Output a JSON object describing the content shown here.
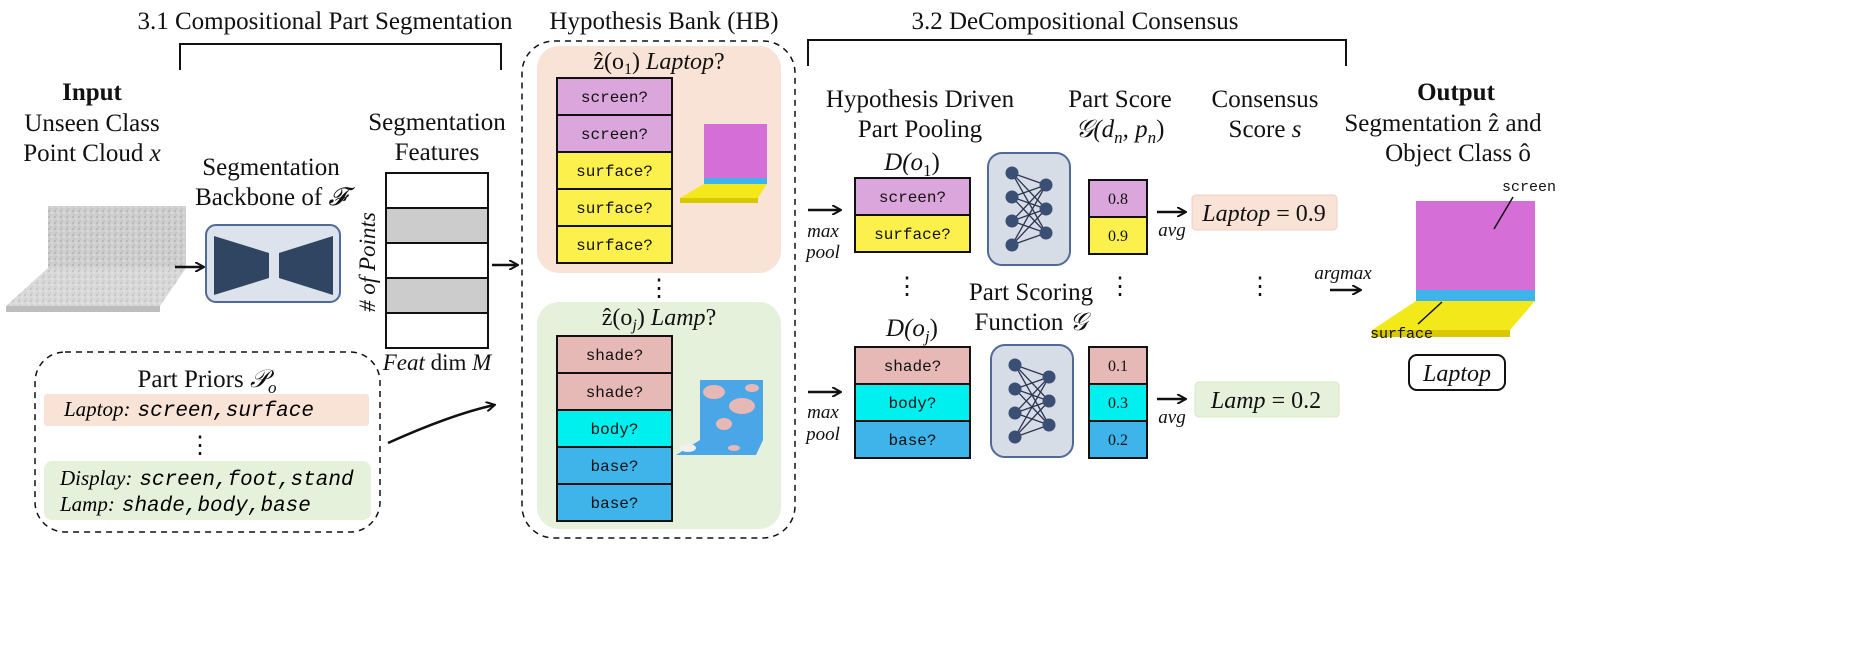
{
  "sections": {
    "seg": "3.1 Compositional Part Segmentation",
    "hb": "Hypothesis Bank (HB)",
    "consensus": "3.2 DeCompositional Consensus"
  },
  "input": {
    "title": "Input",
    "line1": "Unseen Class",
    "line2_text": "Point Cloud ",
    "line2_var": "x"
  },
  "backbone": {
    "line1": "Segmentation",
    "line2_text": "Backbone of ",
    "line2_var": "𝓕"
  },
  "features": {
    "line1": "Segmentation",
    "line2": "Features",
    "y_label": "# of Points",
    "x_label_italic": "Feat",
    "x_label_text": " dim ",
    "x_label_var": "M"
  },
  "priors": {
    "title_text": "Part Priors ",
    "title_var": "𝒫",
    "title_sub": "o",
    "laptop_label": "Laptop:",
    "laptop_parts": "screen,surface",
    "ellipsis": "⋮",
    "display_label": "Display:",
    "display_parts": "screen,foot,stand",
    "lamp_label": "Lamp:",
    "lamp_parts": "shade,body,base"
  },
  "hypotheses": [
    {
      "title_z": "ẑ(o",
      "title_sub": "1",
      "title_close": ") ",
      "title_class": "Laptop",
      "title_q": "?",
      "parts": [
        "screen?",
        "screen?",
        "surface?",
        "surface?",
        "surface?"
      ]
    },
    {
      "title_z": "ẑ(o",
      "title_sub": "j",
      "title_close": ") ",
      "title_class": "Lamp",
      "title_q": "?",
      "parts": [
        "shade?",
        "shade?",
        "body?",
        "base?",
        "base?"
      ]
    }
  ],
  "hb_ellipsis": "⋮",
  "pooling": {
    "line1": "Hypothesis Driven",
    "line2": "Part Pooling",
    "d1_text": "D(o",
    "d1_sub": "1",
    "d1_close": ")",
    "dj_text": "D(o",
    "dj_sub": "j",
    "dj_close": ")",
    "parts_1": [
      "screen?",
      "surface?"
    ],
    "parts_j": [
      "shade?",
      "body?",
      "base?"
    ],
    "max_label": "max",
    "pool_label": "pool"
  },
  "part_score": {
    "line1": "Part Score",
    "line2": "𝒢(d",
    "line2_sub1": "n",
    "line2_mid": ", p",
    "line2_sub2": "n",
    "line2_close": ")",
    "scores_1": [
      "0.8",
      "0.9"
    ],
    "scores_j": [
      "0.1",
      "0.3",
      "0.2"
    ]
  },
  "scoring_fn": {
    "line1": "Part Scoring",
    "line2_text": "Function ",
    "line2_var": "𝒢"
  },
  "consensus": {
    "line1": "Consensus",
    "line2_text": "Score ",
    "line2_var": "s",
    "avg_label": "avg",
    "laptop_class": "Laptop",
    "laptop_value": " = 0.9",
    "lamp_class": "Lamp",
    "lamp_value": " = 0.2"
  },
  "output": {
    "title": "Output",
    "line1": "Segmentation ẑ and",
    "line2": "Object Class ô",
    "argmax_label": "argmax",
    "screen_label": "screen",
    "surface_label": "surface",
    "class_label": "Laptop"
  },
  "colors": {
    "screen": "#dba6dc",
    "surface": "#fbf04c",
    "shade": "#e6b8b6",
    "body": "#00f0f0",
    "base": "#3fb4ea",
    "laptop_bg": "#f9e3d6",
    "lamp_bg": "#e6f1dc",
    "gray_cell": "#cccccc",
    "backbone_fill": "#2f4562",
    "backbone_bg": "#dde3ec",
    "net_bg": "#d7dde6",
    "node": "#3a4f73"
  }
}
